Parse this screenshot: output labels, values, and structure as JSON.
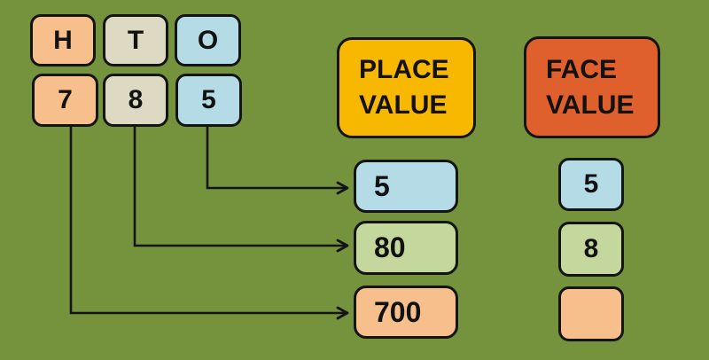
{
  "background": "#75923C",
  "colors": {
    "peach": "#F6BF8C",
    "beige": "#DDD9C3",
    "blue": "#B5DBE7",
    "green": "#C4D79C",
    "yellow": "#F9B800",
    "orange_red": "#DF5F2D",
    "line": "#141414"
  },
  "columns": {
    "hundreds": {
      "header": "H",
      "digit": "7"
    },
    "tens": {
      "header": "T",
      "digit": "8"
    },
    "ones": {
      "header": "O",
      "digit": "5"
    }
  },
  "place_value": {
    "title_line1": "PLACE",
    "title_line2": "VALUE",
    "ones": "5",
    "tens": "80",
    "hundreds": "700"
  },
  "face_value": {
    "title_line1": "FACE",
    "title_line2": "VALUE",
    "ones": "5",
    "tens": "8",
    "hundreds": ""
  }
}
